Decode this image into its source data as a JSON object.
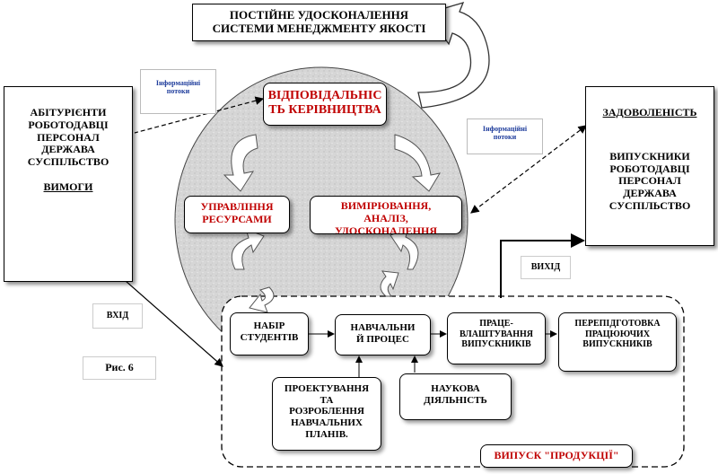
{
  "top_box": {
    "line1": "ПОСТІЙНЕ УДОСКОНАЛЕННЯ",
    "line2": "СИСТЕМИ МЕНЕДЖМЕНТУ ЯКОСТІ"
  },
  "left_box": {
    "lines": [
      "АБІТУРІЄНТИ",
      "РОБОТОДАВЦІ",
      "ПЕРСОНАЛ",
      "ДЕРЖАВА",
      "СУСПІЛЬСТВО"
    ],
    "heading": "ВИМОГИ"
  },
  "right_box": {
    "heading": "ЗАДОВОЛЕНІСТЬ",
    "lines": [
      "ВИПУСКНИКИ",
      "РОБОТОДАВЦІ",
      "ПЕРСОНАЛ",
      "ДЕРЖАВА",
      "СУСПІЛЬСТВО"
    ]
  },
  "info_flow_left": {
    "line1": "Інформаційні",
    "line2": "потоки"
  },
  "info_flow_right": {
    "line1": "Інформаційні",
    "line2": "потоки"
  },
  "responsibility": {
    "line1": "ВІДПОВІДАЛЬНІС",
    "line2": "ТЬ КЕРІВНИЦТВА"
  },
  "resources": {
    "line1": "УПРАВЛІННЯ",
    "line2": "РЕСУРСАМИ"
  },
  "measurement": {
    "line1": "ВИМІРЮВАННЯ,",
    "line2": "АНАЛІЗ,",
    "line3": "УДОСКОНАЛЕННЯ"
  },
  "input_label": "ВХІД",
  "output_label": "ВИХІД",
  "figure_label": "Рис. 6",
  "process": {
    "recruitment": {
      "line1": "НАБІР",
      "line2": "СТУДЕНТІВ"
    },
    "education": {
      "line1": "НАВЧАЛЬНИ",
      "line2": "Й ПРОЦЕС"
    },
    "employment": {
      "line1": "ПРАЦЕ-",
      "line2": "ВЛАШТУВАННЯ",
      "line3": "ВИПУСКНИКІВ"
    },
    "retraining": {
      "line1": "ПЕРЕПІДГОТОВКА",
      "line2": "ПРАЦЮЮЧИХ",
      "line3": "ВИПУСКНИКІВ"
    },
    "design": {
      "line1": "ПРОЕКТУВАННЯ",
      "line2": "ТА",
      "line3": "РОЗРОБЛЕННЯ",
      "line4": "НАВЧАЛЬНИХ",
      "line5": "ПЛАНІВ."
    },
    "research": {
      "line1": "НАУКОВА",
      "line2": "ДІЯЛЬНІСТЬ"
    },
    "product_release": "ВИПУСК \"ПРОДУКЦІЇ\""
  },
  "colors": {
    "accent_red": "#c00000",
    "info_blue": "#1f3d9c",
    "circle_fill": "#d9d9d9"
  }
}
